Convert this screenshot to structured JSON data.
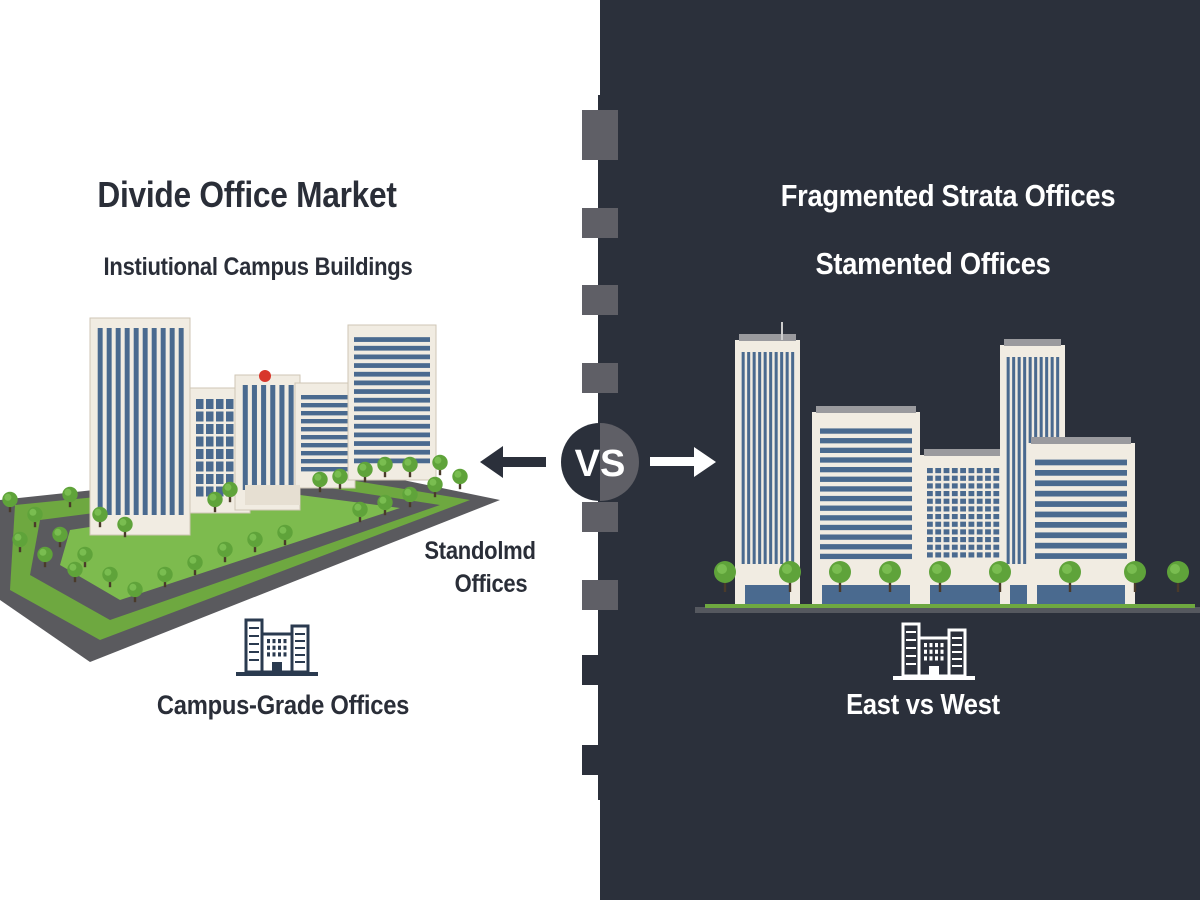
{
  "left": {
    "title": "Divide Office Market",
    "subtitle": "Instiutional Campus Buildings",
    "side_label_line1": "Standolmd",
    "side_label_line2": "Offices",
    "caption": "Campus-Grade Offices",
    "icon": "office-campus-icon"
  },
  "right": {
    "title": "Fragmented Strata Offices",
    "subtitle": "Stamented Offices",
    "caption": "East vs West",
    "icon": "office-buildings-icon"
  },
  "center": {
    "vs_label": "VS",
    "left_arrow_icon": "arrow-left-icon",
    "right_arrow_icon": "arrow-right-icon"
  },
  "colors": {
    "dark_panel": "#2b303b",
    "divider_block": "#5f5f66",
    "glass": "#4a6a8f",
    "facade": "#f1ece2",
    "tree": "#5fa33a",
    "road": "#5a5a5e"
  }
}
